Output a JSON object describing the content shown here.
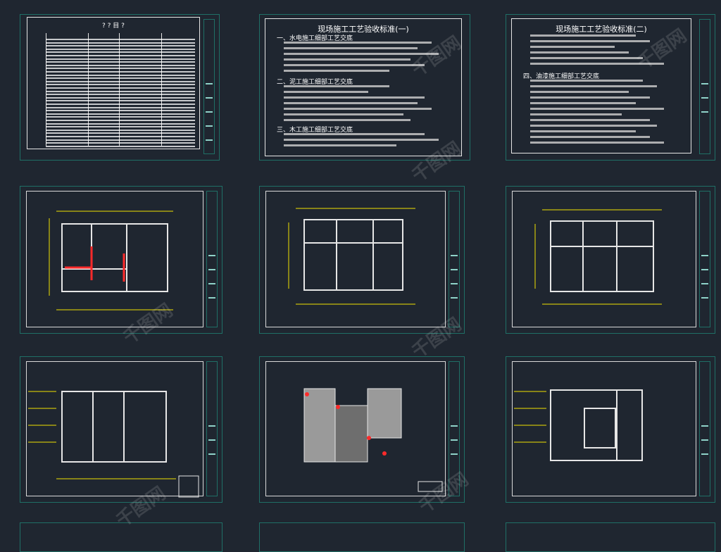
{
  "sheet_1": {
    "table_header": "? ? 目 ?"
  },
  "sheet_2": {
    "title": "现场施工工艺验收标准(一)",
    "sections": [
      "一、水电施工细部工艺交底",
      "二、泥工施工细部工艺交底",
      "三、木工施工细部工艺交底"
    ]
  },
  "sheet_3": {
    "title": "现场施工工艺验收标准(二)",
    "sections": [
      "四、油漆施工细部工艺交底"
    ]
  },
  "watermark": "千图网",
  "colors": {
    "background": "#1f2630",
    "frame": "#1f6f66",
    "cad_yellow": "#f2e200",
    "cad_red": "#ff2a2a",
    "cad_white": "#e6e6e6"
  }
}
